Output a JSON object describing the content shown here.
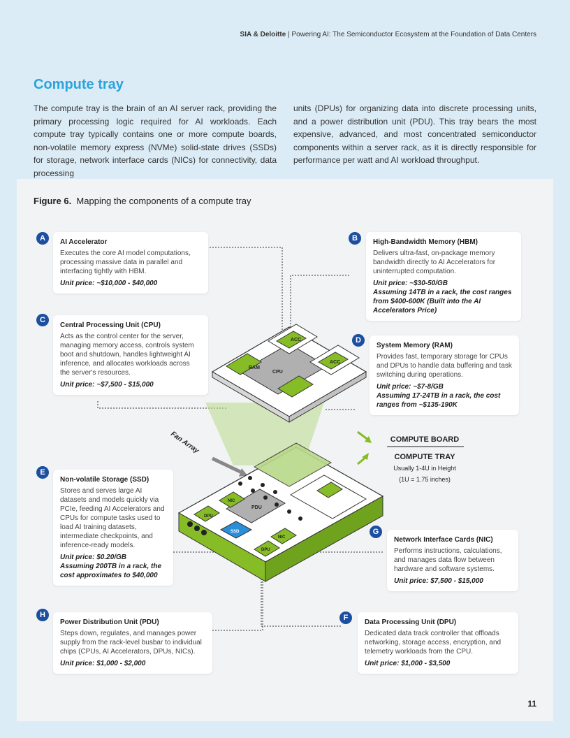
{
  "header": {
    "brand": "SIA & Deloitte",
    "sep": " | ",
    "subtitle": "Powering AI: The Semiconductor Ecosystem at the Foundation of Data Centers"
  },
  "section_title": "Compute tray",
  "intro": {
    "col1": "The compute tray is the brain of an AI server rack, providing the primary processing logic required for AI workloads. Each compute tray typically contains one or more compute boards, non-volatile memory express (NVMe) solid-state drives (SSDs) for storage, network interface cards (NICs) for connectivity, data processing",
    "col2": "units (DPUs) for organizing data into discrete processing units, and a power distribution unit (PDU). This tray bears the most expensive, advanced, and most concentrated semiconductor components within a server rack, as it is directly responsible for performance per watt and AI workload throughput."
  },
  "figure": {
    "label": "Figure 6.",
    "caption": "Mapping the components of a compute tray",
    "fan_array": "Fan Array",
    "compute_board": "COMPUTE BOARD",
    "compute_tray": "COMPUTE TRAY",
    "tray_height": "Usually 1-4U in Height",
    "tray_unit": "(1U = 1.75 inches)",
    "chip_labels": {
      "ram": "RAM",
      "cpu": "CPU",
      "acc": "ACC",
      "nic": "NIC",
      "dpu": "DPU",
      "pdu": "PDU",
      "ssd": "SSD"
    }
  },
  "cards": {
    "a": {
      "badge": "A",
      "title": "AI Accelerator",
      "desc": "Executes the core AI model computations, processing massive data in parallel and interfacing tightly with HBM.",
      "price": "Unit price: ~$10,000 - $40,000"
    },
    "b": {
      "badge": "B",
      "title": "High-Bandwidth Memory (HBM)",
      "desc": "Delivers ultra-fast, on-package memory bandwidth directly to AI Accelerators for uninterrupted computation.",
      "price": "Unit price: ~$30-50/GB",
      "note": "Assuming 14TB in a rack, the cost ranges from $400-600K (Built into the AI Accelerators Price)"
    },
    "c": {
      "badge": "C",
      "title": "Central Processing Unit (CPU)",
      "desc": "Acts as the control center for the server, managing memory access, controls system boot and shutdown, handles lightweight AI inference, and allocates workloads across the server's resources.",
      "price": "Unit price: ~$7,500 - $15,000"
    },
    "d": {
      "badge": "D",
      "title": "System Memory (RAM)",
      "desc": "Provides fast, temporary storage for CPUs and DPUs to handle data buffering and task switching during operations.",
      "price": "Unit price: ~$7-8/GB",
      "note": "Assuming 17-24TB in a rack, the cost ranges from ~$135-190K"
    },
    "e": {
      "badge": "E",
      "title": "Non-volatile Storage (SSD)",
      "desc": "Stores and serves large AI datasets and models quickly via PCIe, feeding AI Accelerators and CPUs for compute tasks used to load AI training datasets, intermediate checkpoints, and inference-ready models.",
      "price": "Unit price: $0.20/GB",
      "note": "Assuming 200TB in a rack, the cost approximates to $40,000"
    },
    "f": {
      "badge": "F",
      "title": "Data Processing Unit (DPU)",
      "desc": "Dedicated data track controller that offloads networking, storage access, encryption, and telemetry workloads from the CPU.",
      "price": "Unit price: $1,000 - $3,500"
    },
    "g": {
      "badge": "G",
      "title": "Network Interface Cards (NIC)",
      "desc": "Performs instructions, calculations, and manages data flow between hardware and software systems.",
      "price": "Unit price: $7,500 - $15,000"
    },
    "h": {
      "badge": "H",
      "title": "Power Distribution Unit (PDU)",
      "desc": "Steps down, regulates, and manages power supply from the rack-level busbar to individual chips (CPUs, AI Accelerators, DPUs, NICs).",
      "price": "Unit price: $1,000 - $2,000"
    }
  },
  "page_number": "11",
  "colors": {
    "accent": "#2aa3dc",
    "badge": "#1d4fa0",
    "green": "#86bc25",
    "ssd": "#2a8fd8"
  }
}
